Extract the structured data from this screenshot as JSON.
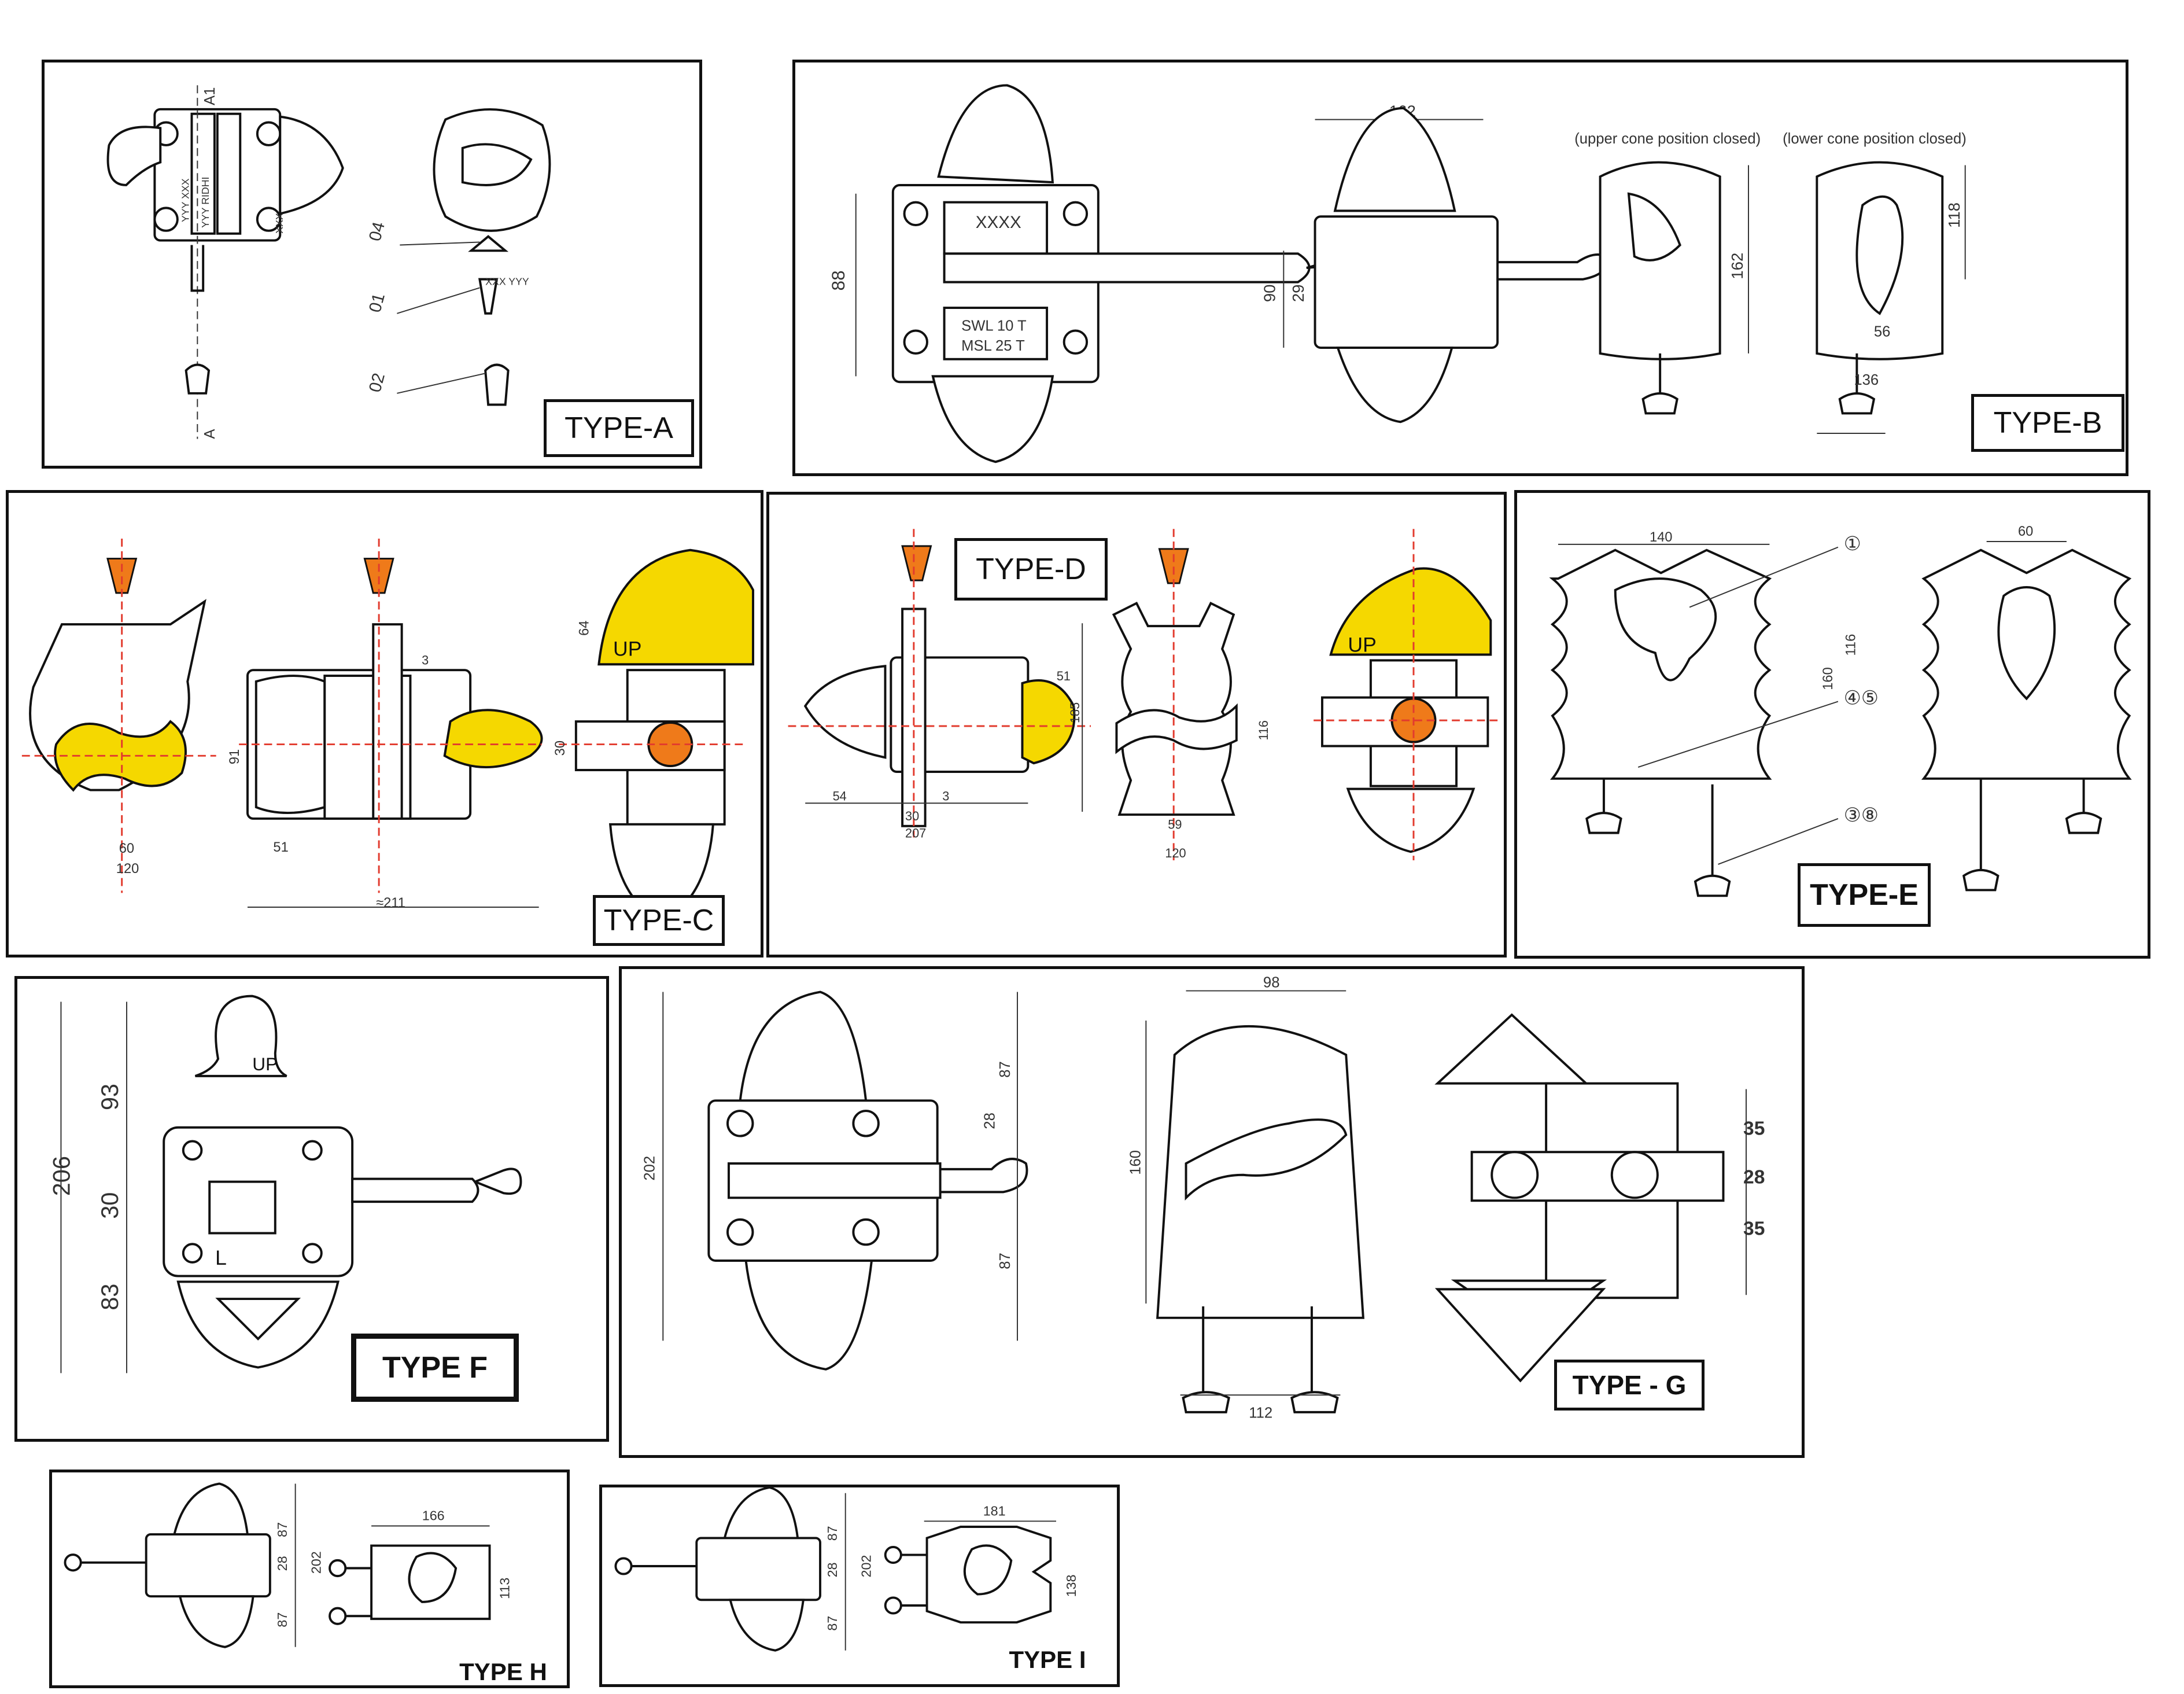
{
  "panels": [
    {
      "id": "A",
      "label": "TYPE-A",
      "callouts": [
        "04",
        "01",
        "02"
      ],
      "marks": [
        "A1",
        "A",
        "YYY XXX",
        "YYY RIDHI",
        "XXX",
        "XXX YYY"
      ]
    },
    {
      "id": "B",
      "label": "TYPE-B",
      "dims": [
        "88",
        "162",
        "90",
        "29",
        "162",
        "118",
        "56",
        "136"
      ],
      "notes": [
        "(upper cone position closed)",
        "(lower cone position closed)"
      ],
      "plate": [
        "SWL 10 T",
        "MSL 25 T"
      ],
      "mark": "XXXX"
    },
    {
      "id": "C",
      "label": "TYPE-C",
      "dims": [
        "60",
        "120",
        "91",
        "51",
        "3",
        "≈211",
        "64",
        "30"
      ],
      "up": "UP"
    },
    {
      "id": "D",
      "label": "TYPE-D",
      "dims": [
        "54",
        "30",
        "207",
        "3",
        "51",
        "185",
        "116",
        "59",
        "120"
      ],
      "up": "UP"
    },
    {
      "id": "E",
      "label": "TYPE-E",
      "dims": [
        "140",
        "116",
        "160",
        "60"
      ],
      "callouts": [
        "①",
        "④⑤",
        "③⑧"
      ]
    },
    {
      "id": "F",
      "label": "TYPE F",
      "dims": [
        "206",
        "93",
        "30",
        "83"
      ],
      "up": "UP",
      "mark": "L"
    },
    {
      "id": "G",
      "label": "TYPE - G",
      "dims": [
        "87",
        "28",
        "87",
        "202",
        "98",
        "160",
        "112",
        "35",
        "28",
        "35"
      ]
    },
    {
      "id": "H",
      "label": "TYPE H",
      "dims": [
        "87",
        "28",
        "87",
        "202",
        "166",
        "113"
      ]
    },
    {
      "id": "I",
      "label": "TYPE I",
      "dims": [
        "87",
        "28",
        "87",
        "202",
        "181",
        "138"
      ]
    }
  ],
  "colors": {
    "yellow": "#f5d800",
    "orange": "#ef7a1a",
    "red": "#e23b2e",
    "ink": "#111111"
  }
}
